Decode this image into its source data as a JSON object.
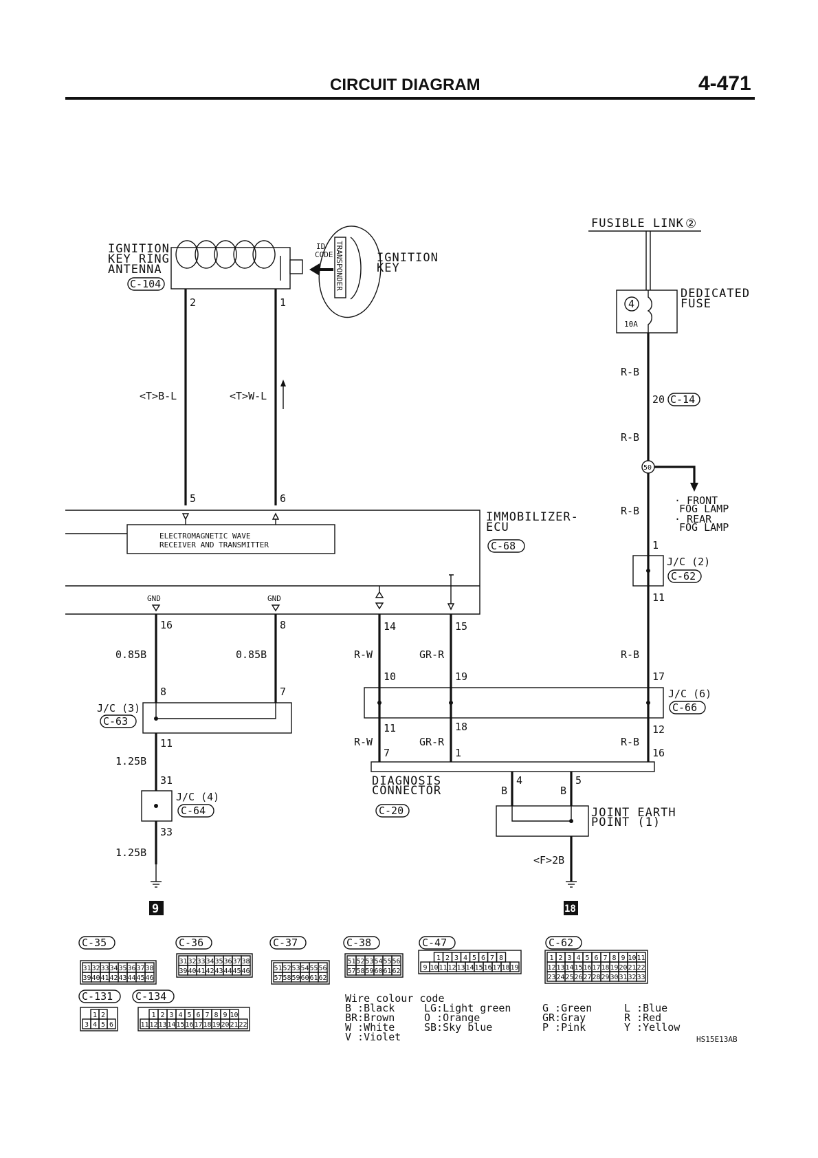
{
  "header": {
    "title": "CIRCUIT DIAGRAM",
    "page_number": "4-471"
  },
  "components": {
    "antenna": {
      "l1": "IGNITION",
      "l2": "KEY RING",
      "l3": "ANTENNA",
      "conn": "C-104"
    },
    "key": {
      "l1": "IGNITION",
      "l2": "KEY",
      "id1": "ID",
      "id2": "CODE",
      "transponder": "TRANSPONDER"
    },
    "fusible": {
      "label": "FUSIBLE LINK",
      "num": "②"
    },
    "fuse": {
      "l1": "DEDICATED",
      "l2": "FUSE",
      "num": "4",
      "amp": "10A"
    },
    "ecu": {
      "l1": "IMMOBILIZER-",
      "l2": "ECU",
      "conn": "C-68",
      "em1": "ELECTROMAGNETIC WAVE",
      "em2": "RECEIVER AND TRANSMITTER",
      "gnd1": "GND",
      "gnd2": "GND"
    },
    "jc2": {
      "name": "J/C (2)",
      "conn": "C-62"
    },
    "jc3": {
      "name": "J/C (3)",
      "conn": "C-63"
    },
    "jc4": {
      "name": "J/C (4)",
      "conn": "C-64"
    },
    "jc6": {
      "name": "J/C (6)",
      "conn": "C-66"
    },
    "diag": {
      "l1": "DIAGNOSIS",
      "l2": "CONNECTOR",
      "conn": "C-20"
    },
    "earth": {
      "l1": "JOINT EARTH",
      "l2": "POINT (1)"
    },
    "fog": {
      "f1": "· FRONT",
      "f2": "FOG LAMP",
      "r1": "· REAR",
      "r2": "FOG LAMP",
      "num": "50"
    },
    "conn_c14": "C-14"
  },
  "wires": {
    "bl": "<T>B-L",
    "wl": "<T>W-L",
    "rb1": "R-B",
    "rb2": "R-B",
    "rb3": "R-B",
    "rb4": "R-B",
    "rb5": "R-B",
    "b085a": "0.85B",
    "b085b": "0.85B",
    "rw1": "R-W",
    "grr1": "GR-R",
    "rw2": "R-W",
    "grr2": "GR-R",
    "b125a": "1.25B",
    "b125b": "1.25B",
    "b_l": "B",
    "b_r": "B",
    "f2b": "<F>2B"
  },
  "pins": {
    "a2": "2",
    "a1": "1",
    "e5": "5",
    "e6": "6",
    "f20": "20",
    "j2_1": "1",
    "j2_11": "11",
    "e16": "16",
    "e8": "8",
    "e14": "14",
    "e15": "15",
    "j3_8": "8",
    "j3_7": "7",
    "j3_11": "11",
    "j4_31": "31",
    "j4_33": "33",
    "j6_10": "10",
    "j6_19": "19",
    "j6_17": "17",
    "j6_11": "11",
    "j6_18": "18",
    "j6_12": "12",
    "d7": "7",
    "d1": "1",
    "d16": "16",
    "d4": "4",
    "d5": "5"
  },
  "grounds": {
    "left": "9",
    "right": "18"
  },
  "connector_views": {
    "c35": {
      "name": "C-35",
      "r1": [
        "31",
        "32",
        "33",
        "34",
        "35",
        "36",
        "37",
        "38"
      ],
      "r2": [
        "39",
        "40",
        "41",
        "42",
        "43",
        "44",
        "45",
        "46"
      ]
    },
    "c36": {
      "name": "C-36",
      "r1": [
        "31",
        "32",
        "33",
        "34",
        "35",
        "36",
        "37",
        "38"
      ],
      "r2": [
        "39",
        "40",
        "41",
        "42",
        "43",
        "44",
        "45",
        "46"
      ]
    },
    "c37": {
      "name": "C-37",
      "r1": [
        "51",
        "52",
        "53",
        "54",
        "55",
        "56"
      ],
      "r2": [
        "57",
        "58",
        "59",
        "60",
        "61",
        "62"
      ]
    },
    "c38": {
      "name": "C-38",
      "r1": [
        "51",
        "52",
        "53",
        "54",
        "55",
        "56"
      ],
      "r2": [
        "57",
        "58",
        "59",
        "60",
        "61",
        "62"
      ]
    },
    "c47": {
      "name": "C-47",
      "r1": [
        "1",
        "2",
        "3",
        "4",
        "5",
        "6",
        "7",
        "8"
      ],
      "r2": [
        "9",
        "10",
        "11",
        "12",
        "13",
        "14",
        "15",
        "16",
        "17",
        "18",
        "19"
      ]
    },
    "c62v": {
      "name": "C-62",
      "r1": [
        "1",
        "2",
        "3",
        "4",
        "5",
        "6",
        "7",
        "8",
        "9",
        "10",
        "11"
      ],
      "r2": [
        "12",
        "13",
        "14",
        "15",
        "16",
        "17",
        "18",
        "19",
        "20",
        "21",
        "22"
      ],
      "r3": [
        "23",
        "24",
        "25",
        "26",
        "27",
        "28",
        "29",
        "30",
        "31",
        "32",
        "33"
      ]
    },
    "c131": {
      "name": "C-131",
      "r1": [
        "1",
        "2"
      ],
      "r2": [
        "3",
        "4",
        "5",
        "6"
      ]
    },
    "c134": {
      "name": "C-134",
      "r1": [
        "1",
        "2",
        "3",
        "4",
        "5",
        "6",
        "7",
        "8",
        "9",
        "10"
      ],
      "r2": [
        "11",
        "12",
        "13",
        "14",
        "15",
        "16",
        "17",
        "18",
        "19",
        "20",
        "21",
        "22"
      ]
    }
  },
  "legend": {
    "title": "Wire colour code",
    "col1": [
      "B :Black",
      "BR:Brown",
      "W :White",
      "V :Violet"
    ],
    "col2": [
      "LG:Light green",
      "O :Orange",
      "SB:Sky blue"
    ],
    "col3": [
      "G :Green",
      "GR:Gray",
      "P :Pink"
    ],
    "col4": [
      "L :Blue",
      "R :Red",
      "Y :Yellow"
    ]
  },
  "figure_code": "HS15E13AB"
}
